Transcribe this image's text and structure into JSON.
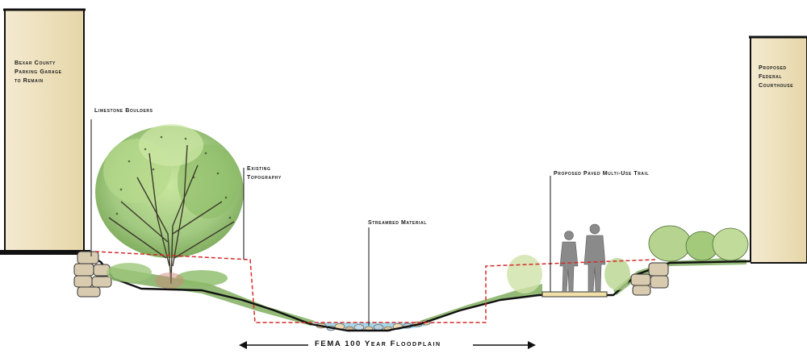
{
  "labels": {
    "left_building": "Bexar County\nParking Garage\nto Remain",
    "right_building": "Proposed\nFederal\nCourthouse",
    "limestone": "Limestone Boulders",
    "topography": "Existing\nTopography",
    "streambed": "Streambed Material",
    "trail": "Proposed Paved Multi-Use Trail",
    "floodplain": "FEMA  100 Year Floodplain"
  },
  "colors": {
    "building": "#efe3bf",
    "foliage": "#9dc77a",
    "foliage_dark": "#5e8f3e",
    "water": "#9fd3e6",
    "ground_line": "#111111",
    "floodplain_dash": "#d62a2a",
    "boulder": "#d8cbb0"
  }
}
